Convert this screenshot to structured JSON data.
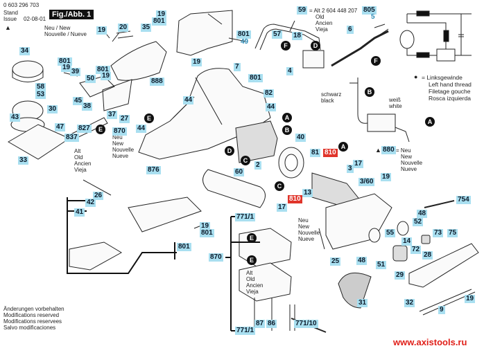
{
  "header": {
    "part_number": "0 603 296 703",
    "stand_label": "Stand",
    "issue_label": "Issue",
    "issue_date": "02-08-01",
    "figure_label": "Fig./Abb. 1",
    "new_marker": "▲",
    "new_text": [
      "Neu / New",
      "Nouvelle / Nueve"
    ]
  },
  "notes": {
    "part59": {
      "tag": "59",
      "text": [
        "= Alt 2 604 448 207",
        "Old",
        "Ancien",
        "Vieja"
      ]
    },
    "left_thread": {
      "symbol": "●",
      "text": [
        "= Linksgewinde",
        "Left hand thread",
        "Filetage gouche",
        "Rosca izquierda"
      ]
    },
    "part880": {
      "marker": "▲",
      "tag": "880",
      "text": [
        "= Neu",
        "New",
        "Nouvelle",
        "Nueve"
      ]
    },
    "neu_870": [
      "Neu",
      "New",
      "Nouvelle",
      "Nueve"
    ],
    "alt_837": [
      "Alt",
      "Old",
      "Ancien",
      "Vieja"
    ],
    "neu_771": [
      "Neu",
      "New",
      "Nouvelle",
      "Nueve"
    ],
    "alt_motor": [
      "Alt",
      "Old",
      "Ancien",
      "Vieja"
    ],
    "wire_black": [
      "schwarz",
      "black"
    ],
    "wire_white": [
      "weiß",
      "white"
    ],
    "footer": [
      "Änderungen vorbehalten",
      "Modifications reserved",
      "Modifications reservees",
      "Salvo modificaciones"
    ],
    "website": "www.axistools.ru"
  },
  "labels": [
    {
      "id": "19a",
      "text": "19"
    },
    {
      "id": "20",
      "text": "20"
    },
    {
      "id": "35",
      "text": "35"
    },
    {
      "id": "19b",
      "text": "19"
    },
    {
      "id": "801a",
      "text": "801"
    },
    {
      "id": "801b",
      "text": "801"
    },
    {
      "id": "49",
      "text": "49"
    },
    {
      "id": "57",
      "text": "57"
    },
    {
      "id": "18",
      "text": "18"
    },
    {
      "id": "6",
      "text": "6"
    },
    {
      "id": "805",
      "text": "805"
    },
    {
      "id": "5",
      "text": "5"
    },
    {
      "id": "34",
      "text": "34"
    },
    {
      "id": "801c",
      "text": "801"
    },
    {
      "id": "19c",
      "text": "19"
    },
    {
      "id": "39",
      "text": "39"
    },
    {
      "id": "801d",
      "text": "801"
    },
    {
      "id": "19d",
      "text": "19"
    },
    {
      "id": "50",
      "text": "50"
    },
    {
      "id": "19e",
      "text": "19"
    },
    {
      "id": "7",
      "text": "7"
    },
    {
      "id": "801e",
      "text": "801"
    },
    {
      "id": "4",
      "text": "4"
    },
    {
      "id": "58",
      "text": "58"
    },
    {
      "id": "53",
      "text": "53"
    },
    {
      "id": "45",
      "text": "45"
    },
    {
      "id": "38",
      "text": "38"
    },
    {
      "id": "888",
      "text": "888"
    },
    {
      "id": "82",
      "text": "82"
    },
    {
      "id": "44a",
      "text": "44"
    },
    {
      "id": "30",
      "text": "30"
    },
    {
      "id": "37",
      "text": "37"
    },
    {
      "id": "27",
      "text": "27"
    },
    {
      "id": "44b",
      "text": "44"
    },
    {
      "id": "43",
      "text": "43"
    },
    {
      "id": "47",
      "text": "47"
    },
    {
      "id": "827",
      "text": "827"
    },
    {
      "id": "870a",
      "text": "870"
    },
    {
      "id": "44c",
      "text": "44"
    },
    {
      "id": "837",
      "text": "837"
    },
    {
      "id": "33",
      "text": "33"
    },
    {
      "id": "40",
      "text": "40"
    },
    {
      "id": "81",
      "text": "81"
    },
    {
      "id": "810a",
      "text": "810",
      "red": true
    },
    {
      "id": "3",
      "text": "3"
    },
    {
      "id": "17a",
      "text": "17"
    },
    {
      "id": "2",
      "text": "2"
    },
    {
      "id": "876",
      "text": "876"
    },
    {
      "id": "60",
      "text": "60"
    },
    {
      "id": "3_60",
      "text": "3/60"
    },
    {
      "id": "19f",
      "text": "19"
    },
    {
      "id": "13",
      "text": "13"
    },
    {
      "id": "810b",
      "text": "810",
      "red": true
    },
    {
      "id": "17b",
      "text": "17"
    },
    {
      "id": "26",
      "text": "26"
    },
    {
      "id": "42",
      "text": "42"
    },
    {
      "id": "41",
      "text": "41"
    },
    {
      "id": "754",
      "text": "754"
    },
    {
      "id": "48a",
      "text": "48"
    },
    {
      "id": "52",
      "text": "52"
    },
    {
      "id": "73",
      "text": "73"
    },
    {
      "id": "75",
      "text": "75"
    },
    {
      "id": "19g",
      "text": "19"
    },
    {
      "id": "801f",
      "text": "801"
    },
    {
      "id": "771_1a",
      "text": "771/1"
    },
    {
      "id": "55",
      "text": "55"
    },
    {
      "id": "14",
      "text": "14"
    },
    {
      "id": "28",
      "text": "28"
    },
    {
      "id": "801g",
      "text": "801"
    },
    {
      "id": "870b",
      "text": "870"
    },
    {
      "id": "25",
      "text": "25"
    },
    {
      "id": "48b",
      "text": "48"
    },
    {
      "id": "51",
      "text": "51"
    },
    {
      "id": "72",
      "text": "72"
    },
    {
      "id": "29",
      "text": "29"
    },
    {
      "id": "19h",
      "text": "19"
    },
    {
      "id": "31",
      "text": "31"
    },
    {
      "id": "32",
      "text": "32"
    },
    {
      "id": "9",
      "text": "9"
    },
    {
      "id": "87",
      "text": "87"
    },
    {
      "id": "86",
      "text": "86"
    },
    {
      "id": "771_10",
      "text": "771/10"
    },
    {
      "id": "771_1b",
      "text": "771/1"
    }
  ],
  "connectors": [
    {
      "id": "A1",
      "text": "A"
    },
    {
      "id": "A2",
      "text": "A"
    },
    {
      "id": "A3",
      "text": "A"
    },
    {
      "id": "B1",
      "text": "B"
    },
    {
      "id": "B2",
      "text": "B"
    },
    {
      "id": "C1",
      "text": "C"
    },
    {
      "id": "C2",
      "text": "C"
    },
    {
      "id": "D1",
      "text": "D"
    },
    {
      "id": "D2",
      "text": "D"
    },
    {
      "id": "E1",
      "text": "E"
    },
    {
      "id": "E2",
      "text": "E"
    },
    {
      "id": "E3",
      "text": "E"
    },
    {
      "id": "E4",
      "text": "E"
    },
    {
      "id": "F1",
      "text": "F"
    },
    {
      "id": "F2",
      "text": "F"
    }
  ]
}
